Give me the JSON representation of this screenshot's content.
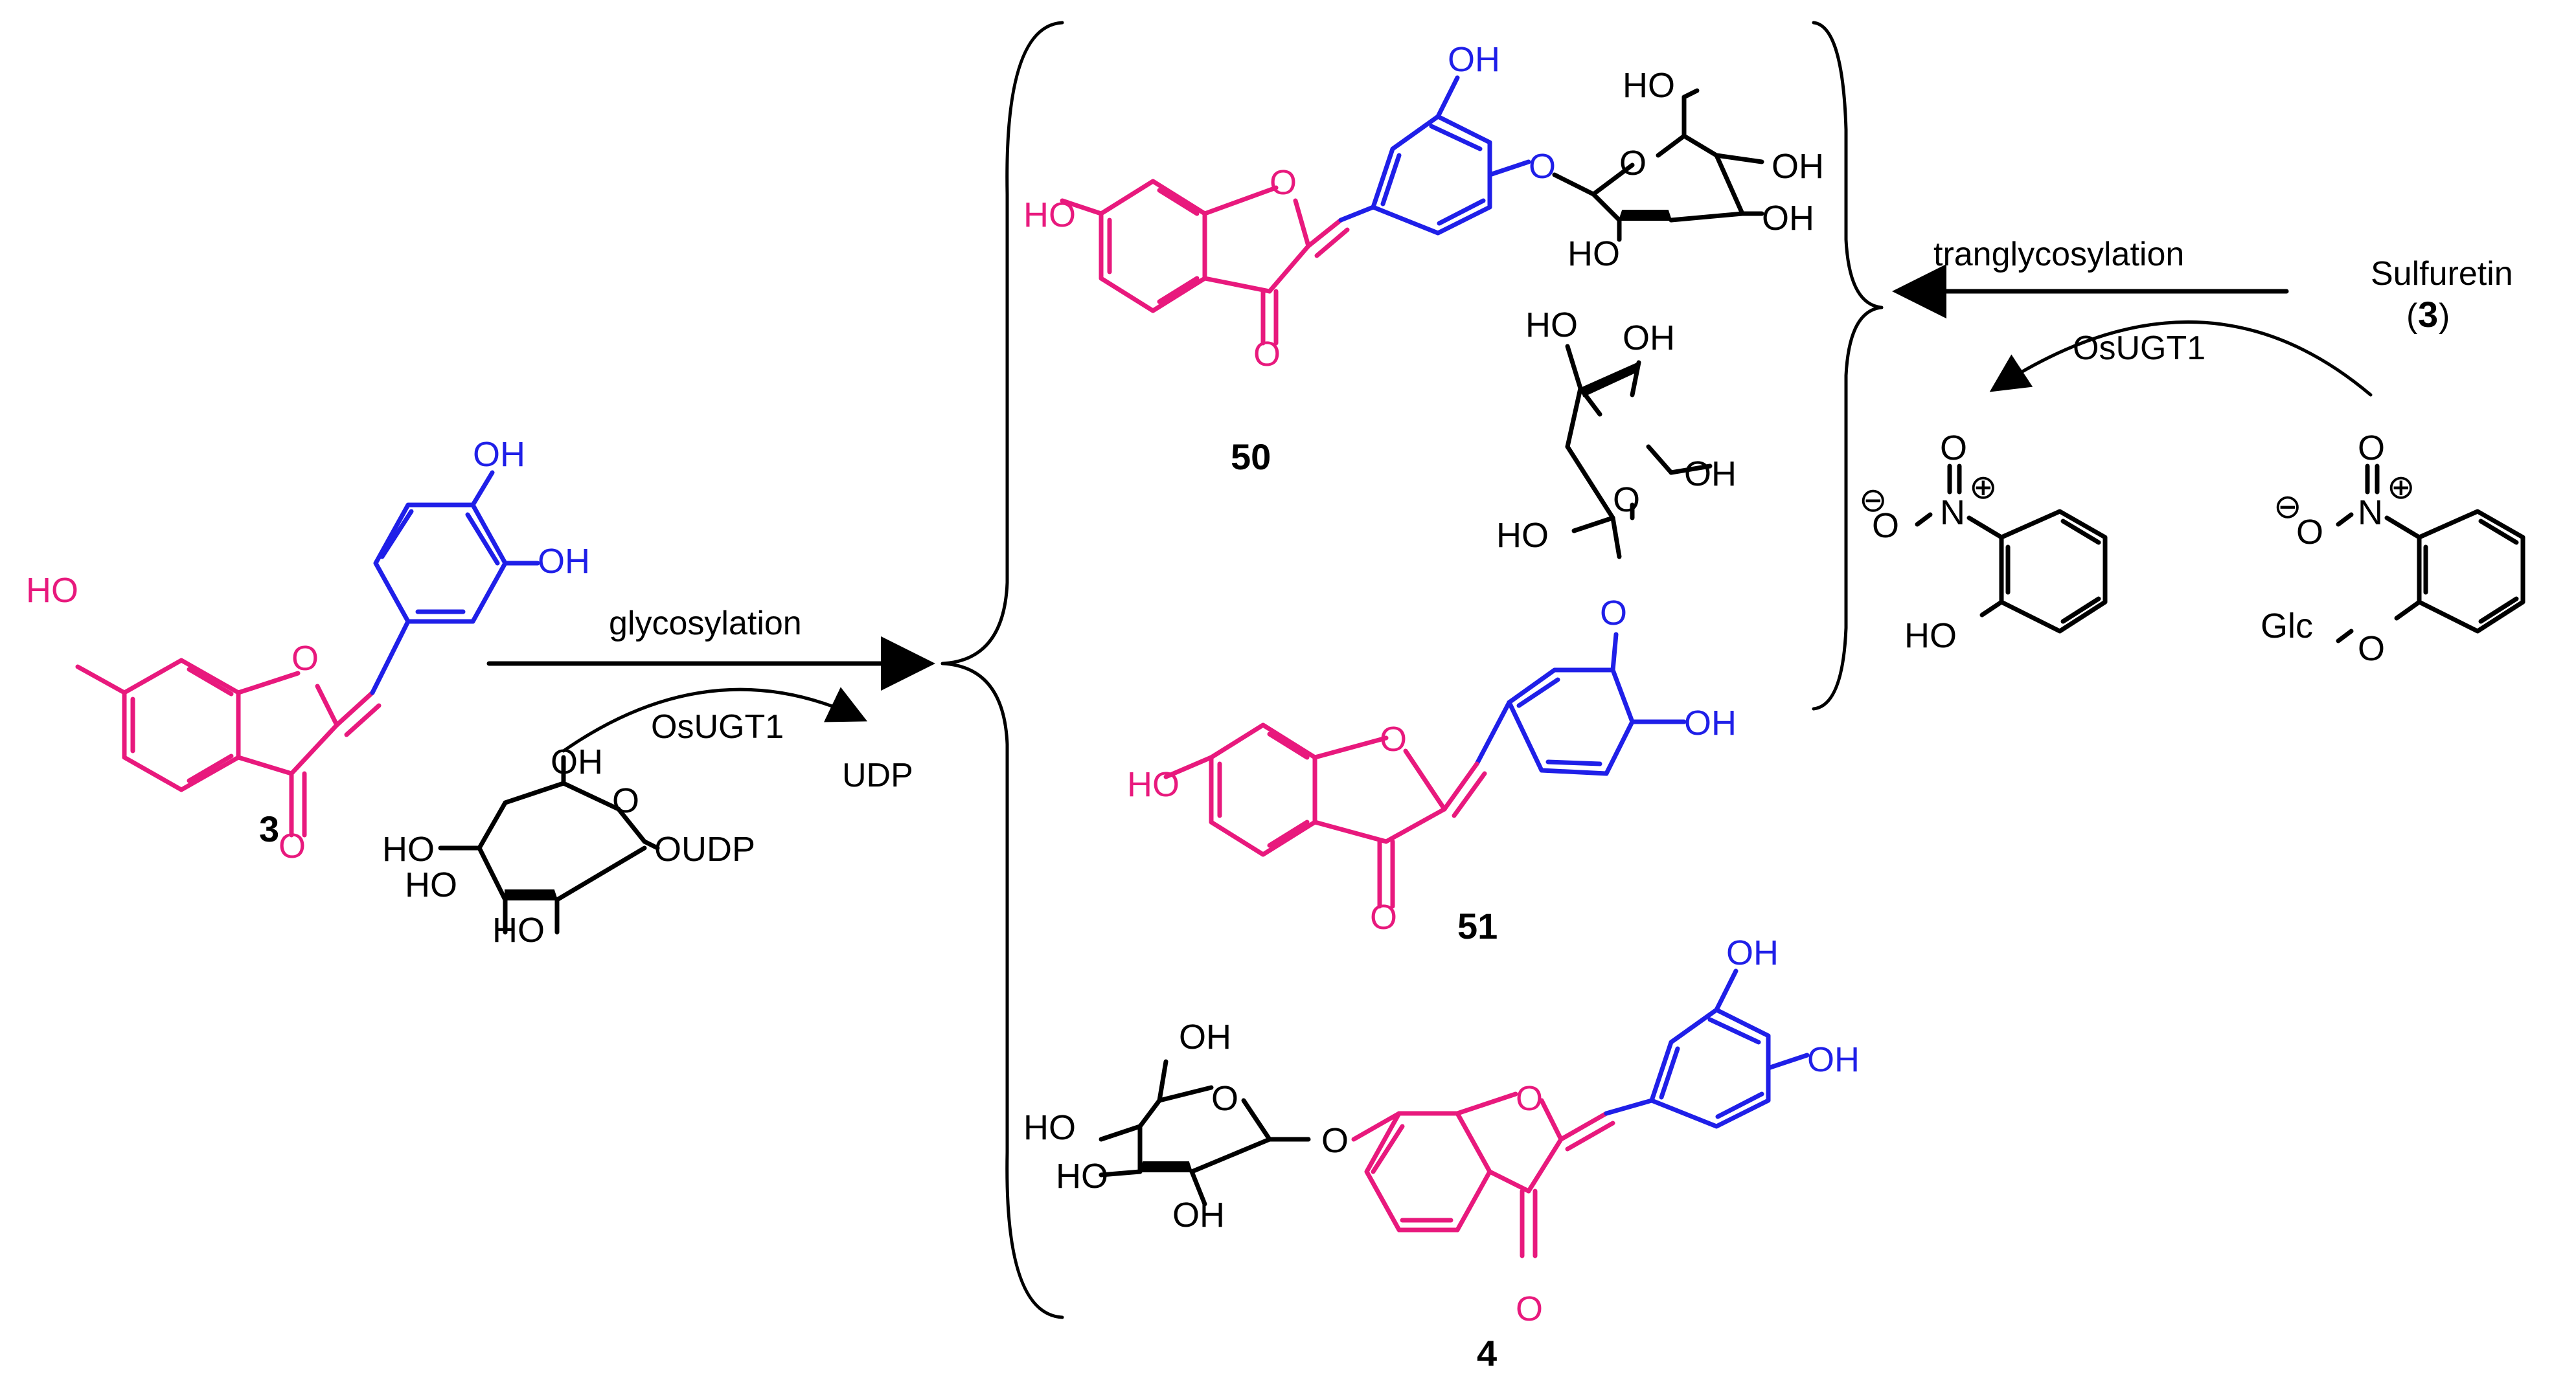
{
  "colors": {
    "aurone_core": "#e8197d",
    "catechol_ring": "#1f1fe8",
    "sugar_and_reagents": "#000000"
  },
  "labels": {
    "compound_3": "3",
    "compound_50": "50",
    "compound_51": "51",
    "compound_4": "4"
  },
  "reactions": {
    "glycosylation": {
      "name": "glycosylation",
      "enzyme": "OsUGT1",
      "byproduct": "UDP",
      "donor_label": "OUDP"
    },
    "transglycosylation": {
      "name": "tranglycosylation",
      "enzyme": "OsUGT1",
      "substrate": "Sulfuretin",
      "substrate_number": "3"
    }
  },
  "atoms": {
    "OH": "OH",
    "HO": "HO",
    "O": "O",
    "N": "N",
    "glc": "Glc"
  }
}
